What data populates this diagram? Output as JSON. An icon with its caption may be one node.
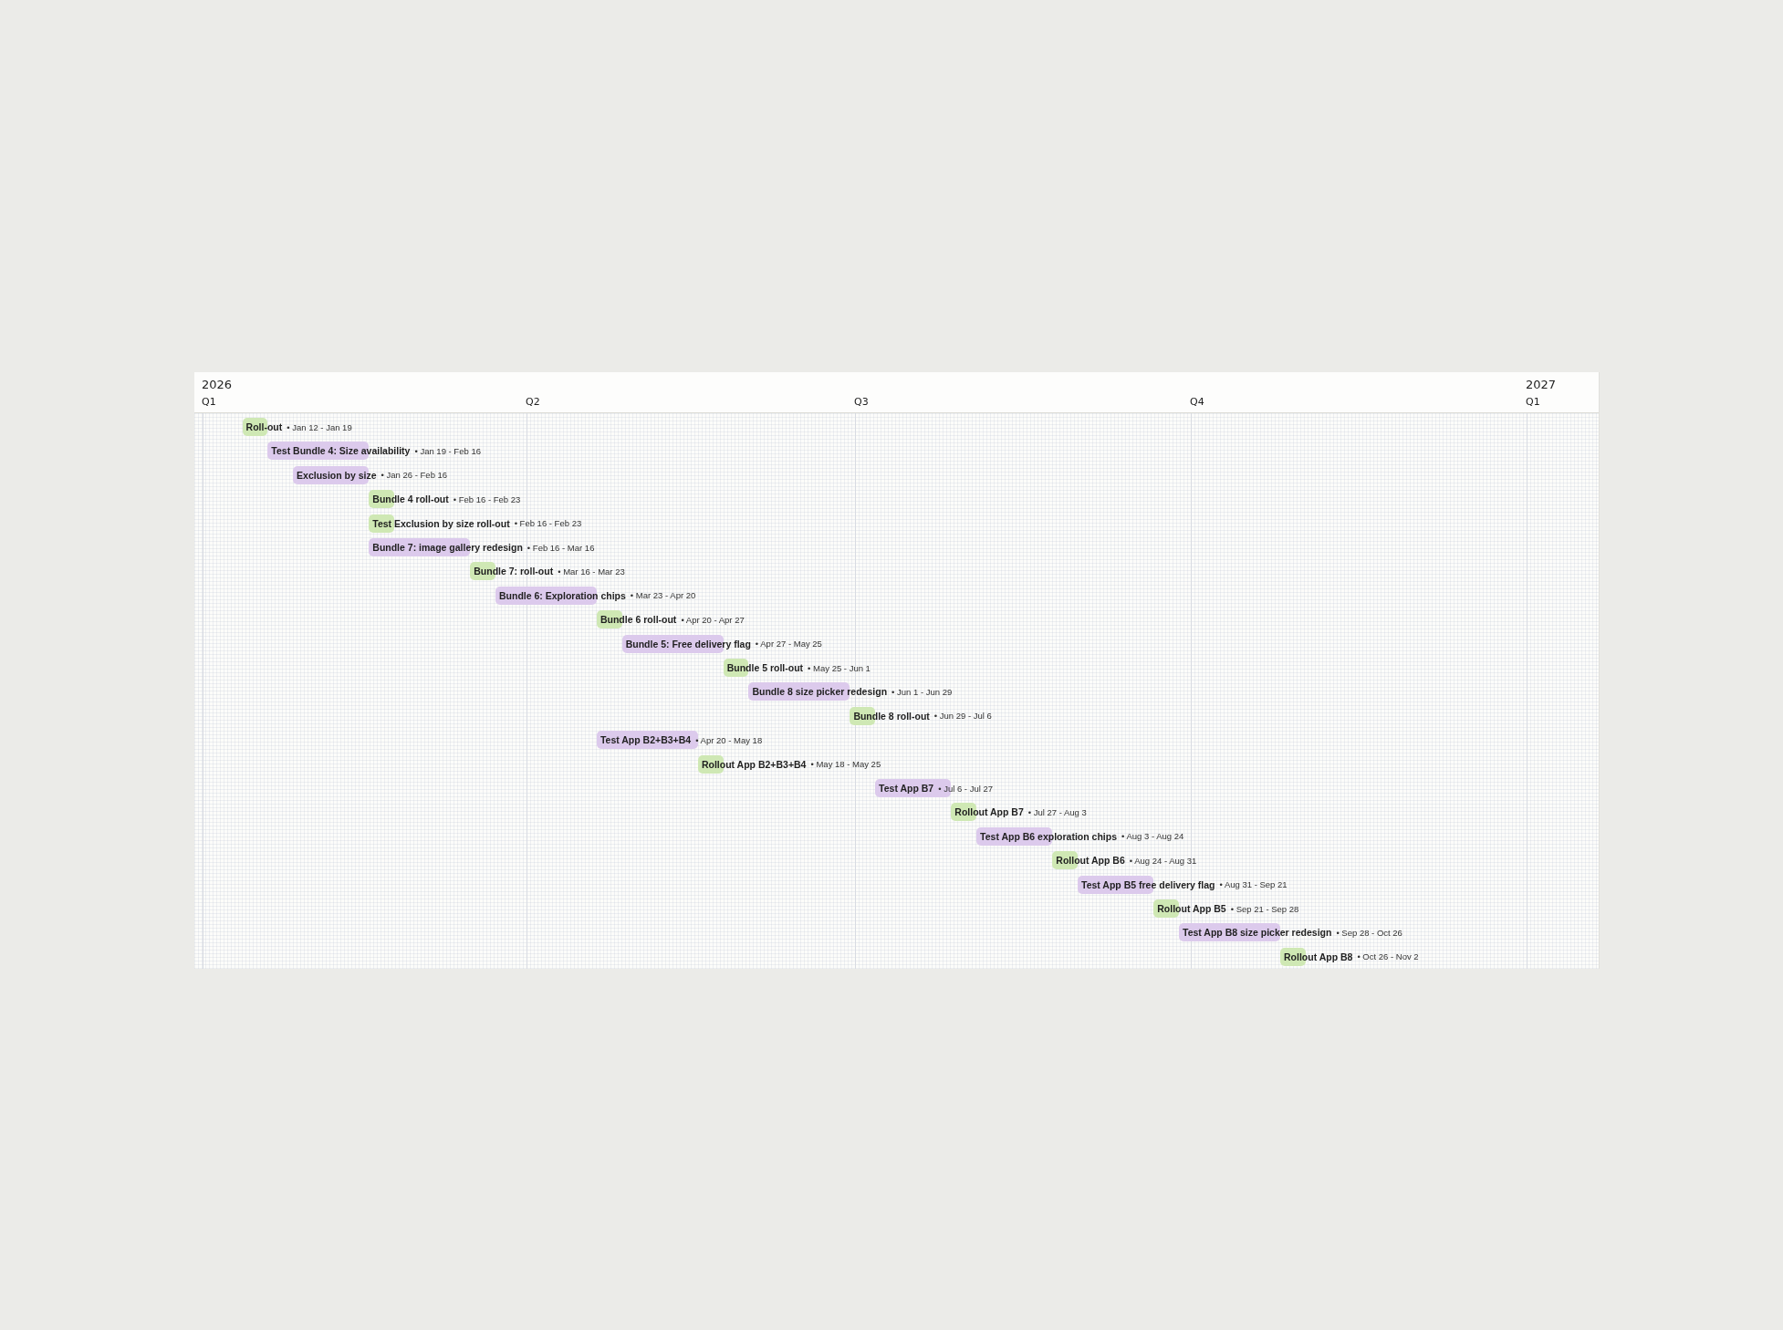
{
  "diagram": {
    "nodes": [
      {
        "text": [
          "Roll-out",
          "• Jan 12 - Jan 19"
        ]
      },
      {
        "text": [
          "Test Bundle 4: Size availability",
          "• Jan 19 - Feb 16"
        ]
      },
      {
        "text": [
          "Exclusion by size",
          "• Jan 26 - Feb 16"
        ]
      },
      {
        "text": [
          "Bundle 4 roll-out",
          "• Feb 16 - Feb 23"
        ]
      },
      {
        "text": [
          "Test Exclusion by size roll-out",
          "• Feb 16 - Feb 23"
        ]
      },
      {
        "text": [
          "Bundle 7: image gallery redesign",
          "• Feb 16 - Mar 16"
        ]
      },
      {
        "text": [
          "Bundle 7: roll-out",
          "• Mar 16 - Mar 23"
        ]
      },
      {
        "text": [
          "Bundle 6: Exploration chips",
          "• Mar 23 - Apr 20"
        ]
      },
      {
        "text": [
          "Bundle 6 roll-out",
          "• Apr 20 - Apr 27"
        ]
      },
      {
        "text": [
          "Bundle 5: Free delivery flag",
          "• Apr 27 - May 25"
        ]
      },
      {
        "text": [
          "Bundle 5 roll-out",
          "• May 25 - Jun 1"
        ]
      },
      {
        "text": [
          "Bundle 8 size picker redesign",
          "• Jun 1 - Jun 29"
        ]
      },
      {
        "text": [
          "Bundle 8 roll-out",
          "• Jun 29 - Jul 6"
        ]
      },
      {
        "text": [
          "Test App B2+B3+B4",
          "• Apr 20 - May 18"
        ]
      },
      {
        "text": [
          "Rollout App B2+B3+B4",
          "• May 18 - May 25"
        ]
      },
      {
        "text": [
          "Test App B7",
          "• Jul 6 - Jul 27"
        ]
      },
      {
        "text": [
          "Rollout App B7",
          "• Jul 27 - Aug 3"
        ]
      },
      {
        "text": [
          "Test App B6 exploration chips",
          "• Aug 3 - Aug 24"
        ]
      },
      {
        "text": [
          "Rollout App B6",
          "• Aug 24 - Aug 31"
        ]
      },
      {
        "text": [
          "Test App B5 free delivery flag",
          "• Aug 31 - Sep 21"
        ]
      },
      {
        "text": [
          "Rollout App B5",
          "• Sep 21 - Sep 28"
        ]
      },
      {
        "text": [
          "Test App B8 size picker redesign",
          "• Sep 28 - Oct 26"
        ]
      },
      {
        "text": [
          "Rollout App B8",
          "• Oct 26 - Nov 2"
        ]
      }
    ],
    "labels": [
      "2026",
      "2027",
      "Q1",
      "Q2",
      "Q3",
      "Q4",
      "Q1"
    ]
  }
}
